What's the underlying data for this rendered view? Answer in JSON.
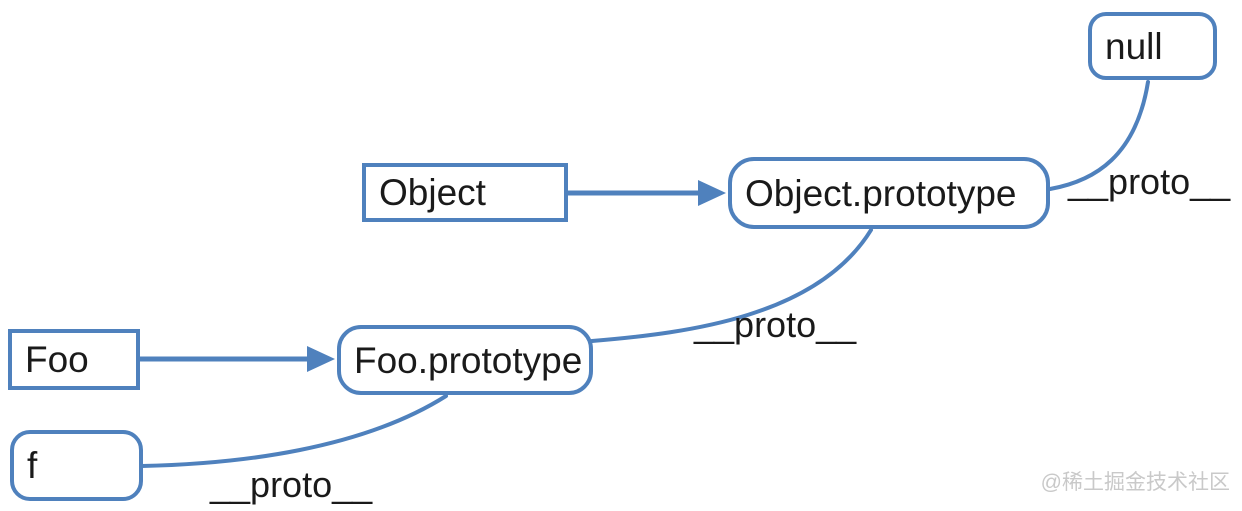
{
  "diagram": {
    "type": "prototype-chain",
    "background": "#ffffff",
    "accent_color": "#4f81bd",
    "text_color": "#1a1a1a",
    "watermark_color": "#c9c9c9",
    "nodes": [
      {
        "id": "null",
        "label": "null",
        "shape": "rounded"
      },
      {
        "id": "Object",
        "label": "Object",
        "shape": "rect"
      },
      {
        "id": "Object.prototype",
        "label": "Object.prototype",
        "shape": "rounded"
      },
      {
        "id": "Foo",
        "label": "Foo",
        "shape": "rect"
      },
      {
        "id": "Foo.prototype",
        "label": "Foo.prototype",
        "shape": "rounded"
      },
      {
        "id": "f",
        "label": "f",
        "shape": "rounded"
      }
    ],
    "edges": [
      {
        "from": "Object",
        "to": "Object.prototype",
        "style": "arrow",
        "label": ""
      },
      {
        "from": "Foo",
        "to": "Foo.prototype",
        "style": "arrow",
        "label": ""
      },
      {
        "from": "Object.prototype",
        "to": "null",
        "style": "curve",
        "label": "__proto__"
      },
      {
        "from": "Foo.prototype",
        "to": "Object.prototype",
        "style": "curve",
        "label": "__proto__"
      },
      {
        "from": "f",
        "to": "Foo.prototype",
        "style": "curve",
        "label": "__proto__"
      }
    ],
    "watermark": "@稀土掘金技术社区"
  }
}
